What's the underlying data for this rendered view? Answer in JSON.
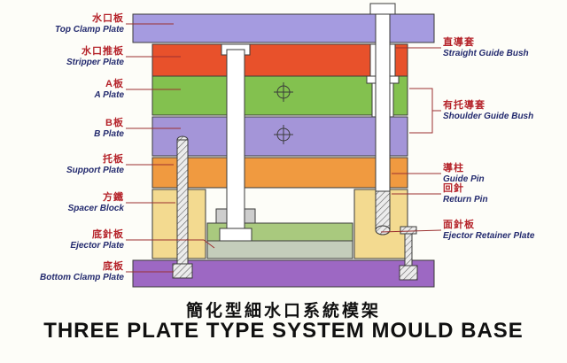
{
  "labels_left": [
    {
      "zh": "水口板",
      "en": "Top Clamp Plate"
    },
    {
      "zh": "水口推板",
      "en": "Stripper Plate"
    },
    {
      "zh": "A板",
      "en": "A Plate"
    },
    {
      "zh": "B板",
      "en": "B Plate"
    },
    {
      "zh": "托板",
      "en": "Support Plate"
    },
    {
      "zh": "方鐵",
      "en": "Spacer Block"
    },
    {
      "zh": "底針板",
      "en": "Ejector Plate"
    },
    {
      "zh": "底板",
      "en": "Bottom Clamp Plate"
    }
  ],
  "labels_right": [
    {
      "zh": "直導套",
      "en": "Straight Guide Bush"
    },
    {
      "zh": "有托導套",
      "en": "Shoulder Guide Bush"
    },
    {
      "zh": "導柱",
      "en": "Guide Pin"
    },
    {
      "zh": "回針",
      "en": "Return Pin"
    },
    {
      "zh": "面針板",
      "en": "Ejector Retainer Plate"
    }
  ],
  "title_zh": "簡化型細水口系統模架",
  "title_en": "THREE PLATE TYPE SYSTEM MOULD BASE",
  "colors": {
    "top_clamp": "#a59be0",
    "stripper": "#e8512b",
    "a_plate": "#83c14f",
    "b_plate": "#a495d8",
    "support": "#f09a40",
    "spacer": "#f3da90",
    "ejector_retainer": "#a9c97e",
    "ejector": "#c4cdbb",
    "bottom_clamp": "#9d68c3",
    "leader": "#9b3030",
    "outline": "#3a3a3a"
  }
}
